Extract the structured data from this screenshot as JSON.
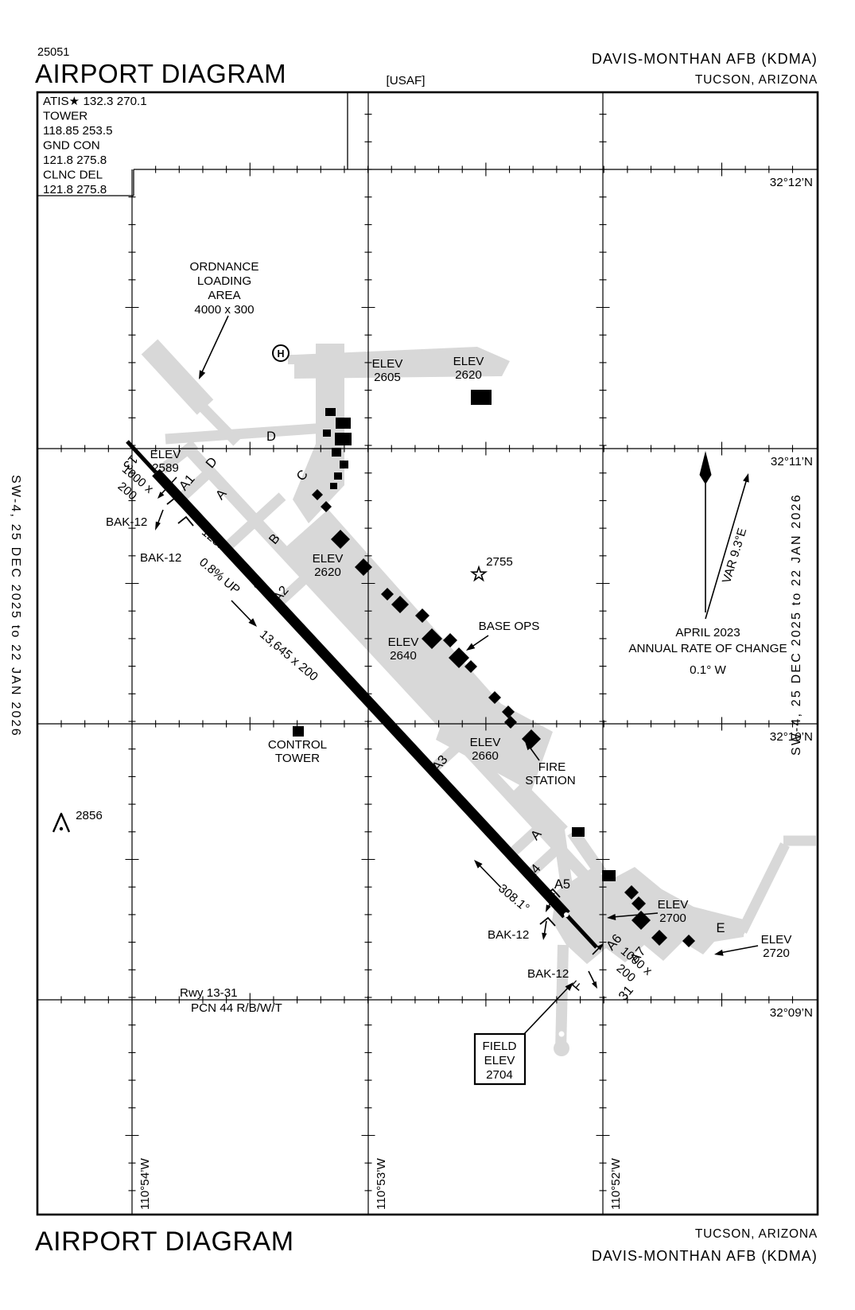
{
  "page": {
    "chart_number": "25051",
    "title": "AIRPORT DIAGRAM",
    "title_bottom": "AIRPORT DIAGRAM",
    "usaf_tag": "[USAF]",
    "airport_name": "DAVIS-MONTHAN AFB  (KDMA)",
    "city_state": "TUCSON, ARIZONA",
    "edition_note": "SW-4,  25 DEC 2025  to  22 JAN 2026"
  },
  "comms": {
    "lines": [
      "ATIS★  132.3  270.1",
      "TOWER",
      "118.85  253.5",
      "GND CON",
      "121.8  275.8",
      "CLNC DEL",
      "121.8  275.8"
    ]
  },
  "grid": {
    "latitudes": [
      "32°12’N",
      "32°11’N",
      "32°10’N",
      "32°09’N"
    ],
    "longitudes": [
      "110°54’W",
      "110°53’W",
      "110°52’W"
    ]
  },
  "runway": {
    "id_13": "13",
    "id_31": "31",
    "dimensions": "13,645 x 200",
    "heading_13": "128.1°",
    "heading_31": "308.1°",
    "slope": "0.8% UP",
    "overrun_line1": "1000 x",
    "overrun_line2": "200",
    "arresting_gear": "BAK-12",
    "info_line1": "Rwy 13-31",
    "info_line2": "PCN 44 R/B/W/T"
  },
  "taxiways": {
    "a": "A",
    "a1": "A1",
    "a2": "A2",
    "a3": "A3",
    "a4": "A4",
    "a5": "A5",
    "a6": "A6",
    "a7": "A7",
    "b": "B",
    "c": "C",
    "d": "D",
    "e": "E",
    "f": "F"
  },
  "labels": {
    "elev": "ELEV",
    "elev_2589": "2589",
    "elev_2605": "2605",
    "elev_2620": "2620",
    "elev_2640": "2640",
    "elev_2660": "2660",
    "elev_2700": "2700",
    "elev_2720": "2720",
    "ordnance_1": "ORDNANCE",
    "ordnance_2": "LOADING",
    "ordnance_3": "AREA",
    "ordnance_dims": "4000 x 300",
    "base_ops": "BASE OPS",
    "control_tower_1": "CONTROL",
    "control_tower_2": "TOWER",
    "fire_station_1": "FIRE",
    "fire_station_2": "STATION",
    "field_elev_1": "FIELD",
    "field_elev_2": "ELEV",
    "field_elev_3": "2704",
    "spot_2755": "2755",
    "spot_2856": "2856",
    "helipad": "H"
  },
  "magvar": {
    "date": "APRIL 2023",
    "rate_label": "ANNUAL RATE OF CHANGE",
    "rate_value": "0.1° W",
    "variation": "VAR  9.3°E"
  },
  "colors": {
    "ink": "#000000",
    "pavement": "#d8d8d8",
    "background": "#ffffff"
  }
}
